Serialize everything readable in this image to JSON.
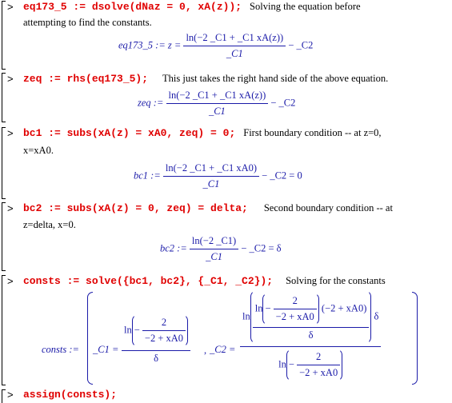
{
  "worksheet": {
    "prompt_symbol": ">",
    "blocks": [
      {
        "command": "eq173_5 := dsolve(dNaz = 0, xA(z));",
        "comment": "Solving the equation before",
        "comment_cont": "attempting to find the constants.",
        "output": {
          "lhs": "eq173_5 := z =",
          "num": "ln(−2 _C1 + _C1 xA(z))",
          "den": "_C1",
          "tail": "− _C2"
        }
      },
      {
        "command": "zeq := rhs(eq173_5);",
        "comment": "This just takes the right hand side of the above equation.",
        "output": {
          "lhs": "zeq :=",
          "num": "ln(−2 _C1 + _C1 xA(z))",
          "den": "_C1",
          "tail": "− _C2"
        }
      },
      {
        "command": "bc1 := subs(xA(z) = xA0, zeq) = 0;",
        "comment": "First boundary condition -- at z=0,",
        "comment_cont": "x=xA0.",
        "output": {
          "lhs": "bc1 :=",
          "num": "ln(−2 _C1 + _C1 xA0)",
          "den": "_C1",
          "tail": "− _C2 = 0"
        }
      },
      {
        "command": "bc2 := subs(xA(z) = 0, zeq) = delta;",
        "comment": "Second boundary condition -- at",
        "comment_cont": "z=delta, x=0.",
        "output": {
          "lhs": "bc2 :=",
          "num": "ln(−2 _C1)",
          "den": "_C1",
          "tail": "− _C2 = δ"
        }
      },
      {
        "command": "consts := solve({bc1, bc2}, {_C1, _C2});",
        "comment": "Solving for the constants",
        "output": {
          "lhs": "consts :=",
          "c1_label": "_C1 =",
          "ln_text": "ln",
          "minus": "−",
          "two": "2",
          "inner_den": "−2 + xA0",
          "delta": "δ",
          "sep": ",",
          "c2_label": "_C2 =",
          "factor": "(−2 + xA0)"
        }
      },
      {
        "command": "assign(consts);"
      }
    ]
  }
}
